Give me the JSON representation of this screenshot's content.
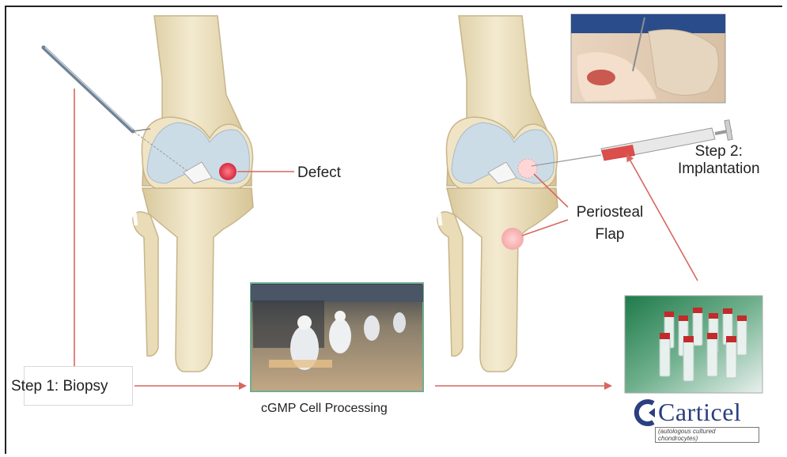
{
  "labels": {
    "step1": "Step 1: Biopsy",
    "defect": "Defect",
    "step2_line1": "Step 2:",
    "step2_line2": "Implantation",
    "flap_line1": "Periosteal",
    "flap_line2": "Flap",
    "cgmp": "cGMP Cell Processing"
  },
  "logo": {
    "name": "Carticel",
    "tagline": "(autologous cultured chondrocytes)"
  },
  "colors": {
    "arrow": "#d8665e",
    "bone": "#efe4c4",
    "bone_shade": "#d9c99c",
    "cartilage": "#c9dcea",
    "defect": "#e0344a",
    "logo": "#2b3f80"
  }
}
